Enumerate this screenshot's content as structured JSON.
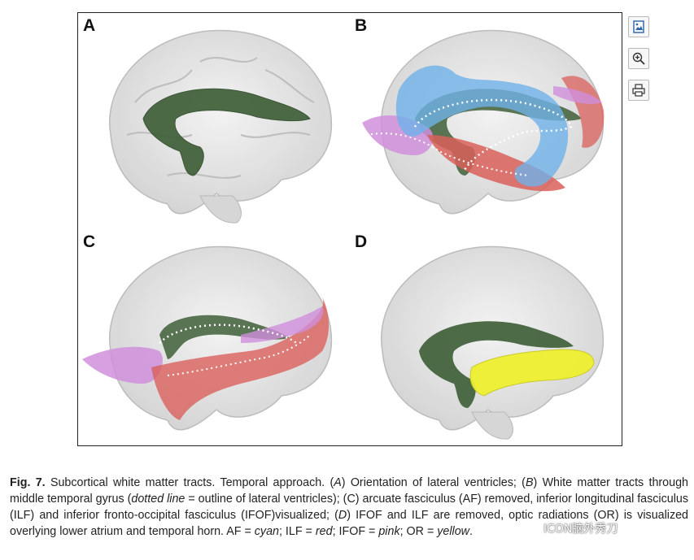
{
  "figure": {
    "panels": [
      {
        "letter": "A"
      },
      {
        "letter": "B"
      },
      {
        "letter": "C"
      },
      {
        "letter": "D"
      }
    ]
  },
  "toolbar": {
    "icons": [
      "view-image-icon",
      "zoom-in-icon",
      "print-icon"
    ]
  },
  "caption": {
    "label": "Fig. 7.",
    "seg1": " Subcortical white matter tracts. Temporal approach. (",
    "a": "A",
    "seg2": ") Orientation of lateral ventricles; (",
    "b": "B",
    "seg3": ") White matter tracts through middle temporal gyrus (",
    "dotted": "dotted line",
    "seg4": " = outline of lateral ventricles); (",
    "c": "C",
    "seg5": ") arcuate fasciculus (AF) removed, inferior longitudinal fasciculus (ILF) and inferior fronto-occipital fasciculus (IFOF)visualized; (",
    "d": "D",
    "seg6": ") IFOF and ILF are removed, optic radiations (OR) is visualized overlying lower atrium and temporal horn. AF = ",
    "cyan": "cyan",
    "seg7": "; ILF = ",
    "red": "red",
    "seg8": "; IFOF = ",
    "pink": "pink",
    "seg9": "; OR = ",
    "yellow": "yellow",
    "seg10": "."
  },
  "watermark": "ICON脑外秀刀",
  "colors": {
    "ventricle": "#3f5f38",
    "af": "#6fb2e8",
    "ilf": "#d9605b",
    "ifof": "#cf8fdc",
    "or": "#eef030",
    "brain": "#dcdcdc"
  }
}
